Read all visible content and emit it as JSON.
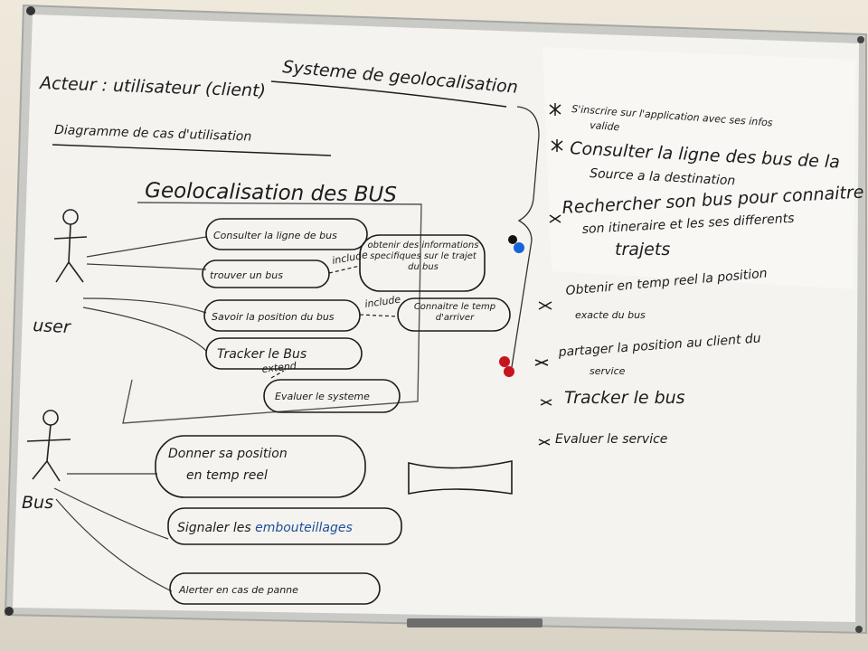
{
  "board": {
    "title": "Systeme de geolocalisation",
    "acteur_line": "Acteur : utilisateur (client)",
    "diagram_label": "Diagramme de cas d'utilisation",
    "system_box_title": "Geolocalisation des BUS",
    "actor_user": "user",
    "actor_bus": "Bus"
  },
  "use_cases": {
    "consulter": "Consulter la ligne de bus",
    "trouver": "trouver un bus",
    "obtenir": "obtenir des informations specifiques sur le trajet du bus",
    "savoir": "Savoir la position du bus",
    "connaitre": "Connaitre le temp d'arriver",
    "tracker": "Tracker le Bus",
    "evaluer": "Evaluer le systeme",
    "donner_1": "Donner sa position",
    "donner_2": "en temp reel",
    "signaler_prefix": "Signaler les ",
    "signaler_blue": "embouteillages",
    "alerter": "Alerter en cas de panne"
  },
  "relations": {
    "include_1": "include",
    "include_2": "include",
    "extend": "extend"
  },
  "notes": [
    "S'inscrire sur l'application avec ses infos",
    "valide",
    "Consulter la ligne des bus de la",
    "Source a la destination",
    "Rechercher son bus pour connaitre",
    "son itineraire et les ses differents",
    "trajets",
    "Obtenir en temp reel la position",
    "exacte du bus",
    "partager la position au client du",
    "service",
    "Tracker le bus",
    "Evaluer le service"
  ],
  "colors": {
    "board": "#f4f3ef",
    "frame": "#b9b9b6",
    "ink": "#1c1c1c",
    "blue_ink": "#1e4e9c",
    "magnet_blue": "#1565d8",
    "magnet_red": "#c8141c",
    "magnet_black": "#111111"
  }
}
